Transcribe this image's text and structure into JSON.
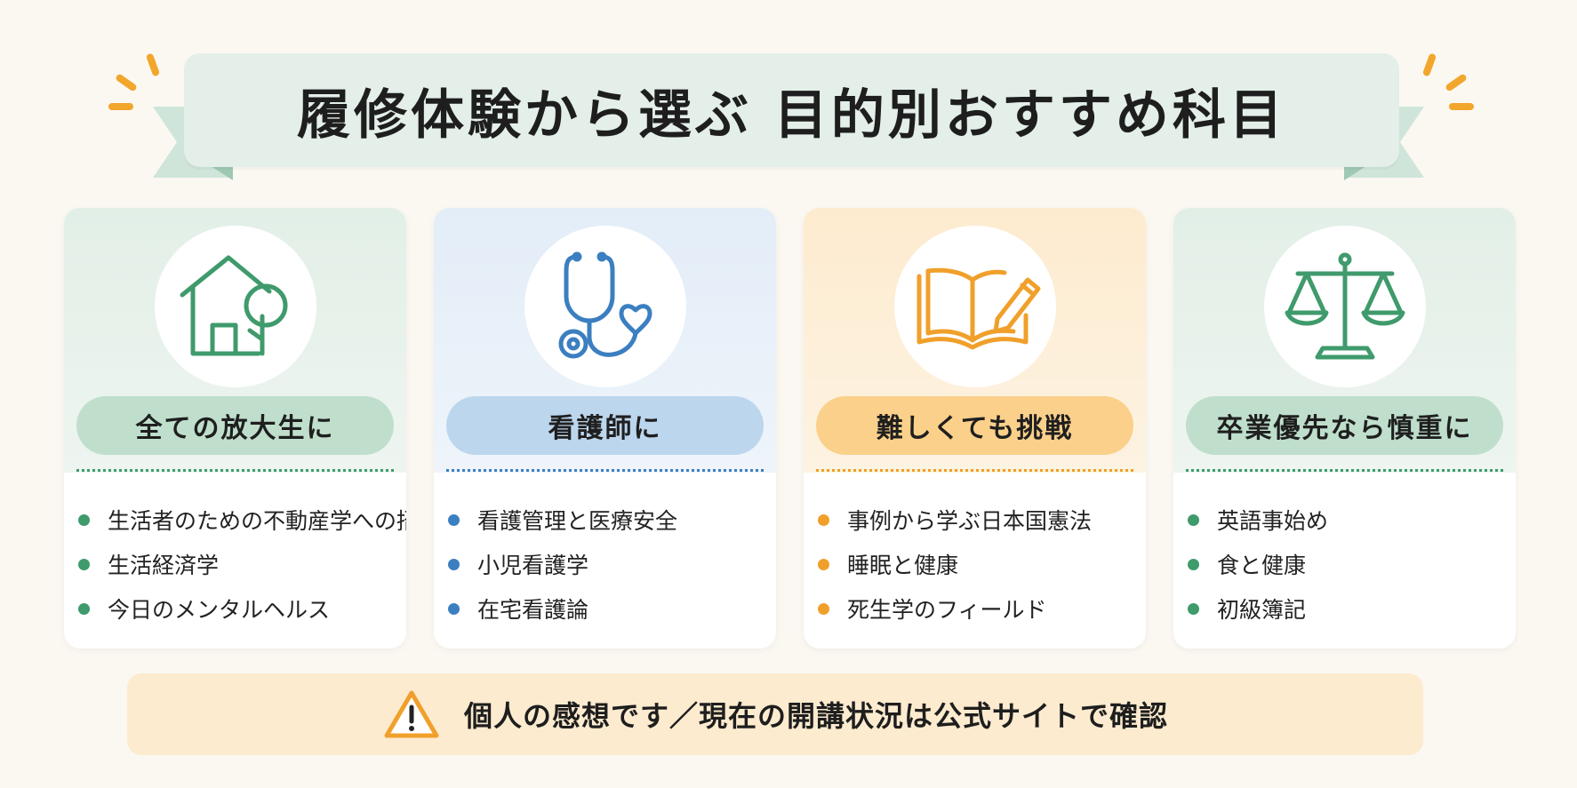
{
  "title": "履修体験から選ぶ 目的別おすすめ科目",
  "colors": {
    "green": "#3f9a6c",
    "blue": "#3b7fc0",
    "orange": "#f0a02a",
    "background": "#fbf8f2"
  },
  "cards": [
    {
      "label": "全ての放大生に",
      "icon": "house-tree-icon",
      "theme": "green",
      "items": [
        "生活者のための不動産学への招待",
        "生活経済学",
        "今日のメンタルヘルス"
      ]
    },
    {
      "label": "看護師に",
      "icon": "stethoscope-heart-icon",
      "theme": "blue",
      "items": [
        "看護管理と医療安全",
        "小児看護学",
        "在宅看護論"
      ]
    },
    {
      "label": "難しくても挑戦",
      "icon": "book-pencil-icon",
      "theme": "orange",
      "items": [
        "事例から学ぶ日本国憲法",
        "睡眠と健康",
        "死生学のフィールド"
      ]
    },
    {
      "label": "卒業優先なら慎重に",
      "icon": "balance-scale-icon",
      "theme": "green",
      "items": [
        "英語事始め",
        "食と健康",
        "初級簿記"
      ]
    }
  ],
  "notice": {
    "icon": "warning-icon",
    "text": "個人の感想です／現在の開講状況は公式サイトで確認"
  }
}
